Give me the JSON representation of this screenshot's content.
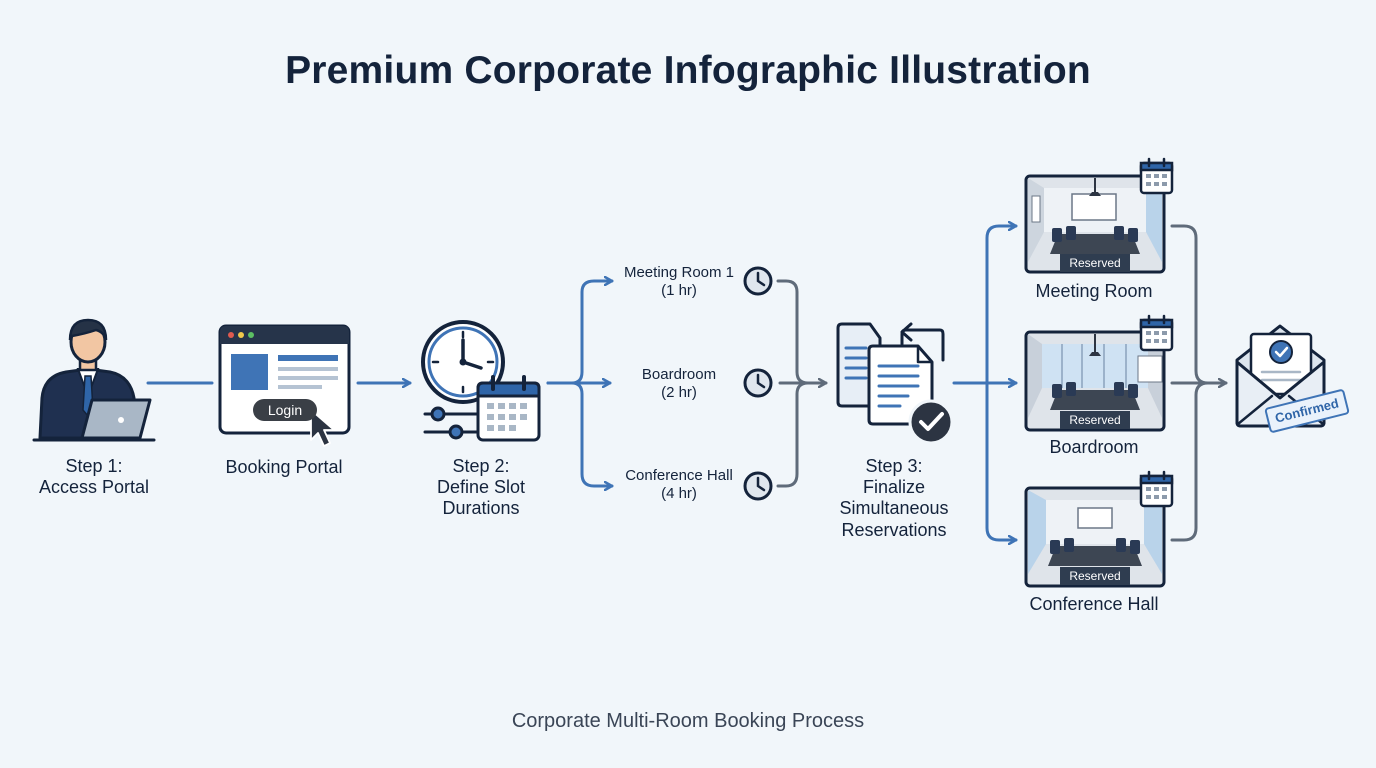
{
  "title": "Premium Corporate Infographic Illustration",
  "caption": "Corporate Multi-Room Booking Process",
  "steps": {
    "step1": {
      "line1": "Step 1:",
      "line2": "Access Portal"
    },
    "portal": {
      "label": "Booking Portal",
      "login_button": "Login"
    },
    "step2": {
      "line1": "Step 2:",
      "line2": "Define Slot",
      "line3": "Durations"
    },
    "step3": {
      "line1": "Step 3:",
      "line2": "Finalize",
      "line3": "Simultaneous",
      "line4": "Reservations"
    }
  },
  "slots": [
    {
      "room": "Meeting Room 1",
      "duration": "(1 hr)"
    },
    {
      "room": "Boardroom",
      "duration": "(2 hr)"
    },
    {
      "room": "Conference Hall",
      "duration": "(4 hr)"
    }
  ],
  "rooms": [
    {
      "name": "Meeting Room",
      "status": "Reserved"
    },
    {
      "name": "Boardroom",
      "status": "Reserved"
    },
    {
      "name": "Conference Hall",
      "status": "Reserved"
    }
  ],
  "confirmation": {
    "stamp": "Confirmed"
  },
  "colors": {
    "navy": "#14233b",
    "blue_arrow": "#3f74b6",
    "gray_arrow": "#5f6b7a",
    "background": "#f1f6fa",
    "accent_blue": "#3f74b6"
  },
  "icons": [
    "businessman-laptop-icon",
    "browser-window-icon",
    "cursor-icon",
    "clock-icon",
    "calendar-icon",
    "slider-icon",
    "documents-icon",
    "check-icon",
    "room-photo",
    "envelope-icon"
  ]
}
